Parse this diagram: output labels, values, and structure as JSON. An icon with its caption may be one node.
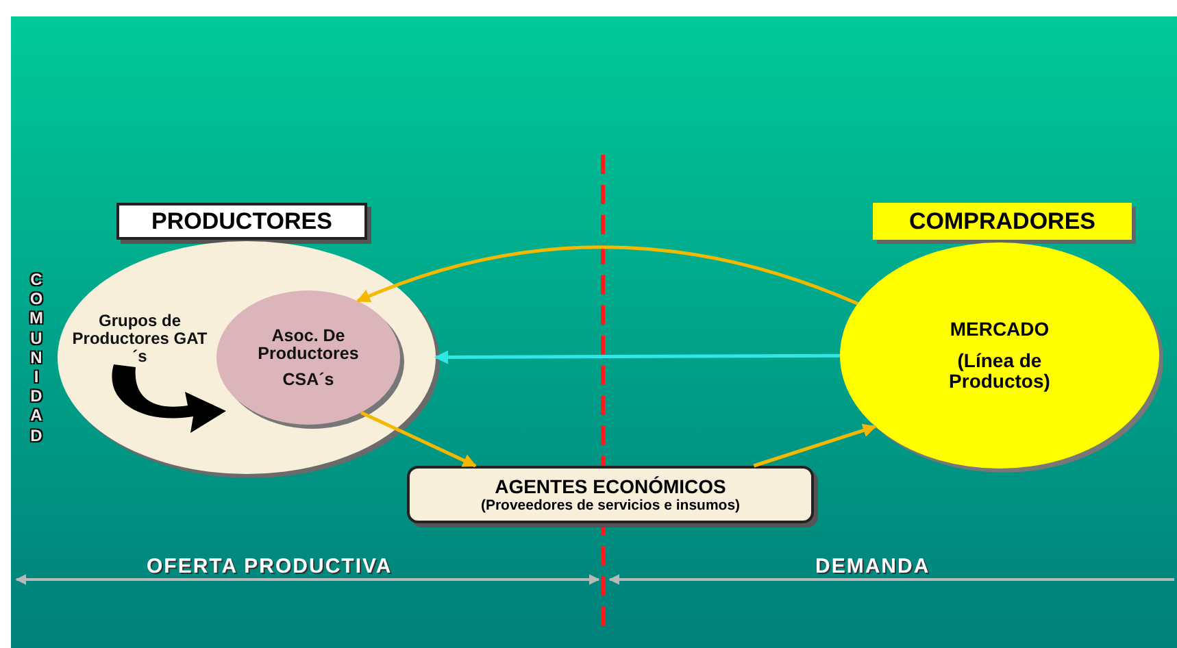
{
  "diagram": {
    "nodes": [
      {
        "text": [
          "PRODUCTORES"
        ]
      },
      {
        "text": [
          "Grupos de Productores GAT´s"
        ]
      },
      {
        "text": [
          "Asoc. De Productores",
          "CSA´s"
        ],
        "in": 1
      },
      {
        "text": [
          "COMPRADORES"
        ]
      },
      {
        "text": [
          "MERCADO",
          "(Línea de Productos)"
        ]
      },
      {
        "text": [
          "AGENTES ECONÓMICOS",
          "(Proveedores de servicios e insumos)"
        ]
      }
    ],
    "edges": [
      {
        "from": 4,
        "to": 2,
        "arrow": "to"
      },
      {
        "from": 4,
        "to": 1,
        "arrow": "to",
        "color": "#33e6e6"
      },
      {
        "from": 2,
        "to": 5,
        "arrow": "to"
      },
      {
        "from": 5,
        "to": 4,
        "arrow": "to"
      }
    ],
    "labels": [
      "COMUNIDAD",
      "OFERTA PRODUCTIVA",
      "DEMANDA"
    ]
  }
}
